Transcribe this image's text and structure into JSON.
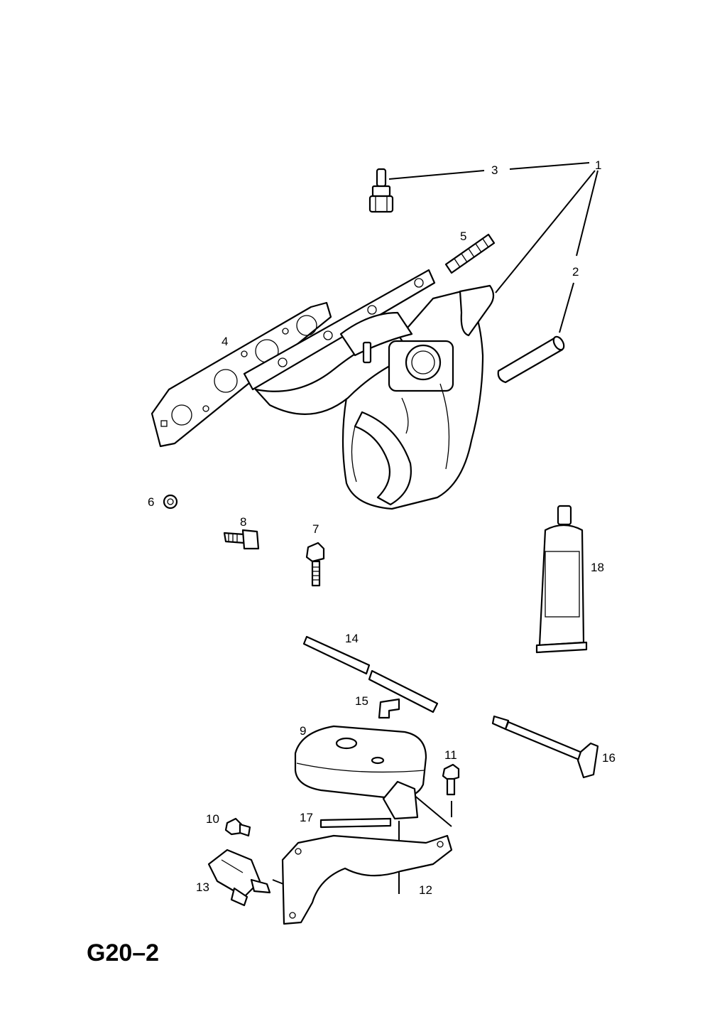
{
  "diagram_code": "G20–2",
  "callouts": [
    "1",
    "2",
    "3",
    "4",
    "5",
    "6",
    "7",
    "8",
    "9",
    "10",
    "11",
    "12",
    "13",
    "14",
    "15",
    "16",
    "17",
    "18"
  ]
}
